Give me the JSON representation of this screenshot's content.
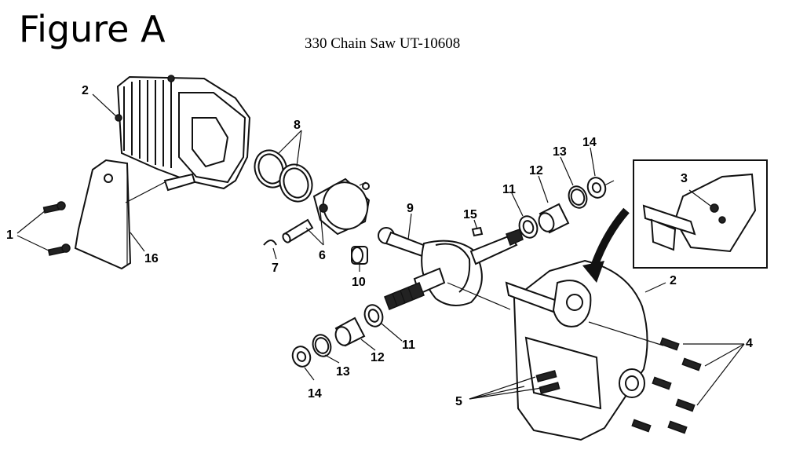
{
  "header": {
    "title": "Figure A",
    "subtitle": "330 Chain Saw UT-10608"
  },
  "callouts": {
    "c1": "1",
    "c2_cylinder": "2",
    "c2_crankcase": "2",
    "c3": "3",
    "c4": "4",
    "c5": "5",
    "c6": "6",
    "c7": "7",
    "c8": "8",
    "c9": "9",
    "c10": "10",
    "c11_upper": "11",
    "c11_lower": "11",
    "c12_upper": "12",
    "c12_lower": "12",
    "c13_upper": "13",
    "c13_lower": "13",
    "c14_upper": "14",
    "c14_lower": "14",
    "c15": "15",
    "c16": "16"
  }
}
